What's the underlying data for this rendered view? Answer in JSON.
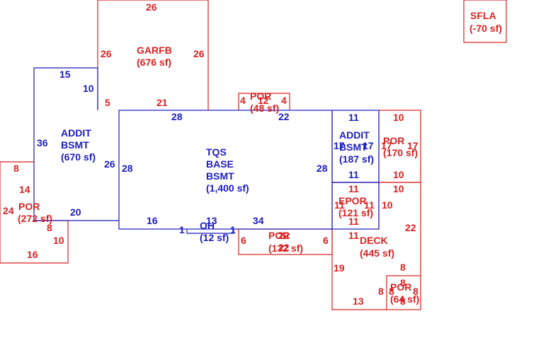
{
  "colors": {
    "blue": "#1c1cbf",
    "red": "#d92222"
  },
  "areas": [
    {
      "id": "sfla",
      "color": "red",
      "lines": [
        "SFLA",
        "(-70 sf)"
      ],
      "dims": []
    },
    {
      "id": "garfb",
      "color": "red",
      "lines": [
        "GARFB",
        "(676 sf)"
      ],
      "dims": [
        "26",
        "26",
        "26",
        "5",
        "21"
      ]
    },
    {
      "id": "addit-bsmt-left",
      "color": "blue",
      "lines": [
        "ADDIT",
        "BSMT",
        "(670 sf)"
      ],
      "dims": [
        "15",
        "10",
        "36",
        "26",
        "20"
      ]
    },
    {
      "id": "tqs-base-bsmt",
      "color": "blue",
      "lines": [
        "TQS",
        "BASE",
        "BSMT",
        "(1,400 sf)"
      ],
      "dims": [
        "28",
        "22",
        "28",
        "28",
        "16",
        "34",
        "13",
        "1",
        "1"
      ]
    },
    {
      "id": "por-top",
      "color": "red",
      "lines": [
        "POR",
        "(48 sf)"
      ],
      "dims": [
        "4",
        "12",
        "4"
      ]
    },
    {
      "id": "addit-bsmt-right",
      "color": "blue",
      "lines": [
        "ADDIT",
        "BSMT",
        "(187 sf)"
      ],
      "dims": [
        "11",
        "17",
        "17",
        "11"
      ]
    },
    {
      "id": "por-right",
      "color": "red",
      "lines": [
        "POR",
        "(170 sf)"
      ],
      "dims": [
        "10",
        "17",
        "17",
        "10"
      ]
    },
    {
      "id": "por-left",
      "color": "red",
      "lines": [
        "POR",
        "(272 sf)"
      ],
      "dims": [
        "8",
        "14",
        "24",
        "8",
        "10",
        "16"
      ]
    },
    {
      "id": "epor",
      "color": "red",
      "lines": [
        "EPOR",
        "(121 sf)"
      ],
      "dims": [
        "11",
        "11",
        "11",
        "11",
        "10"
      ]
    },
    {
      "id": "oh",
      "color": "blue",
      "lines": [
        "OH",
        "(12 sf)"
      ],
      "dims": []
    },
    {
      "id": "por-bottom",
      "color": "red",
      "lines": [
        "POR",
        "(132 sf)"
      ],
      "dims": [
        "6",
        "22",
        "6",
        "22"
      ]
    },
    {
      "id": "deck",
      "color": "red",
      "lines": [
        "DECK",
        "(445 sf)"
      ],
      "dims": [
        "11",
        "22",
        "19",
        "8",
        "8",
        "13"
      ]
    },
    {
      "id": "por-small",
      "color": "red",
      "lines": [
        "POR",
        "(64 sf)"
      ],
      "dims": [
        "8",
        "8",
        "8",
        "8"
      ]
    }
  ]
}
